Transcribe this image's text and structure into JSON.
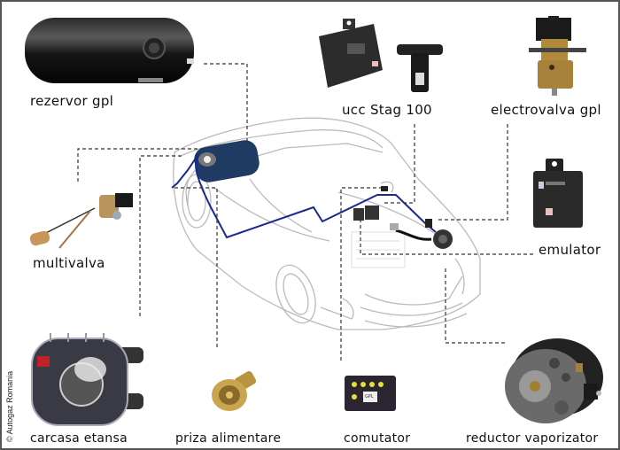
{
  "diagram": {
    "title": "GPL car conversion components",
    "copyright": "© Autogaz Romania",
    "colors": {
      "gas_line": "#1a2a8c",
      "dashed_leader": "#333333",
      "car_outline": "#bbbbbb",
      "tank_body": "#1f3a63",
      "border": "#555555"
    },
    "components": [
      {
        "id": "rezervor",
        "label": "rezervor gpl",
        "icon": "tank-icon"
      },
      {
        "id": "ucc",
        "label": "ucc Stag 100",
        "icon": "ecu-icon"
      },
      {
        "id": "electrovalva",
        "label": "electrovalva gpl",
        "icon": "solenoid-valve-icon"
      },
      {
        "id": "multivalva",
        "label": "multivalva",
        "icon": "multivalve-icon"
      },
      {
        "id": "emulator",
        "label": "emulator",
        "icon": "emulator-box-icon"
      },
      {
        "id": "carcasa",
        "label": "carcasa etansa",
        "icon": "sealed-housing-icon"
      },
      {
        "id": "priza",
        "label": "priza alimentare",
        "icon": "filler-nozzle-icon"
      },
      {
        "id": "comutator",
        "label": "comutator",
        "icon": "switch-panel-icon"
      },
      {
        "id": "reductor",
        "label": "reductor vaporizator",
        "icon": "reducer-vaporizer-icon"
      }
    ],
    "comutator_leds": 5,
    "comutator_badge": "GPL"
  }
}
